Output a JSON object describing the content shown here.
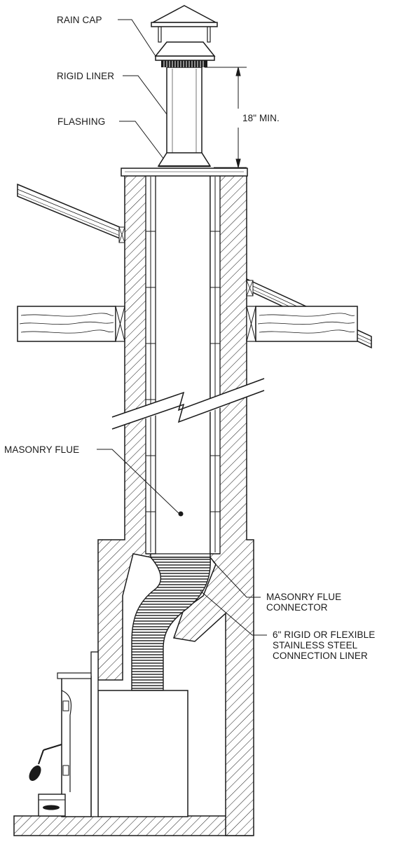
{
  "diagram": {
    "labels": {
      "rain_cap": "RAIN CAP",
      "rigid_liner": "RIGID LINER",
      "flashing": "FLASHING",
      "height_min": "18\" MIN.",
      "masonry_flue": "MASONRY FLUE",
      "flue_connector": [
        "MASONRY FLUE",
        "CONNECTOR"
      ],
      "connection_liner": [
        "6\" RIGID OR FLEXIBLE",
        "STAINLESS STEEL",
        "CONNECTION LINER"
      ]
    },
    "colors": {
      "ink": "#1a1a1a",
      "paper": "#ffffff"
    }
  }
}
